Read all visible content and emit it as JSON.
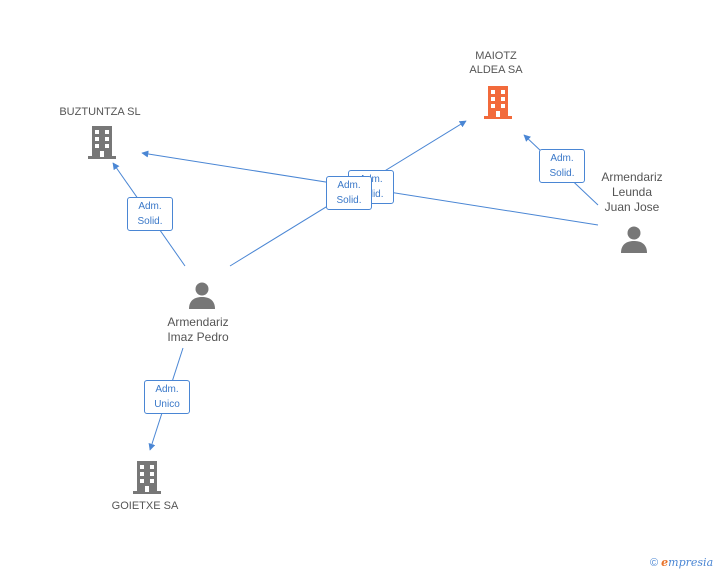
{
  "colors": {
    "edge": "#4a86d4",
    "company": "#777777",
    "focus_company": "#f26a3b",
    "person": "#777777"
  },
  "nodes": {
    "maiotz": {
      "line1": "MAIOTZ",
      "line2": "ALDEA SA",
      "icon": "building-icon"
    },
    "buztuntza": {
      "label": "BUZTUNTZA SL",
      "icon": "building-icon"
    },
    "goietxe": {
      "label": "GOIETXE SA",
      "icon": "building-icon"
    },
    "pedro": {
      "line1": "Armendariz",
      "line2": "Imaz Pedro",
      "icon": "person-icon"
    },
    "juan": {
      "line1": "Armendariz",
      "line2": "Leunda",
      "line3": "Juan Jose",
      "icon": "person-icon"
    }
  },
  "edges": {
    "pedro_buztuntza": {
      "line1": "Adm.",
      "line2": "Solid."
    },
    "pedro_maiotz": {
      "line1": "Adm.",
      "line2": "Solid."
    },
    "juan_buztuntza": {
      "line1": "Adm.",
      "line2": "Solid."
    },
    "juan_maiotz": {
      "line1": "Adm.",
      "line2": "Solid."
    },
    "pedro_goietxe": {
      "line1": "Adm.",
      "line2": "Unico"
    }
  },
  "footer": {
    "copyright": "©",
    "brand_initial": "e",
    "brand_rest": "mpresia"
  }
}
